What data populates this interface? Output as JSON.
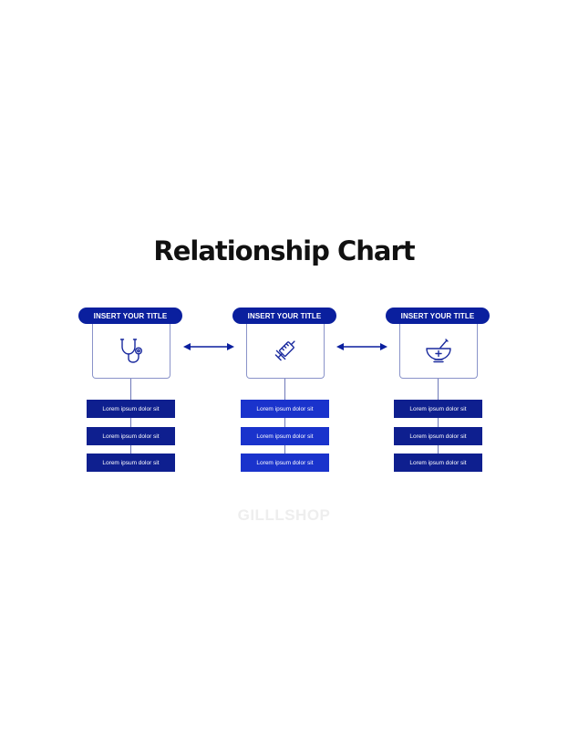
{
  "title": "Relationship Chart",
  "watermark": "GILLLSHOP",
  "colors": {
    "primary": "#0a1f9e",
    "item_dark": "#0e1f8f",
    "item_bright": "#1a33cc",
    "icon_stroke": "#1a2a9e"
  },
  "columns": [
    {
      "heading": "INSERT YOUR TITLE",
      "icon": "stethoscope-icon",
      "items": [
        "Lorem ipsum dolor sit",
        "Lorem ipsum dolor sit",
        "Lorem ipsum dolor sit"
      ]
    },
    {
      "heading": "INSERT YOUR TITLE",
      "icon": "syringe-icon",
      "items": [
        "Lorem ipsum dolor sit",
        "Lorem ipsum dolor sit",
        "Lorem ipsum dolor sit"
      ]
    },
    {
      "heading": "INSERT YOUR TITLE",
      "icon": "mortar-pestle-icon",
      "items": [
        "Lorem ipsum dolor sit",
        "Lorem ipsum dolor sit",
        "Lorem ipsum dolor sit"
      ]
    }
  ]
}
